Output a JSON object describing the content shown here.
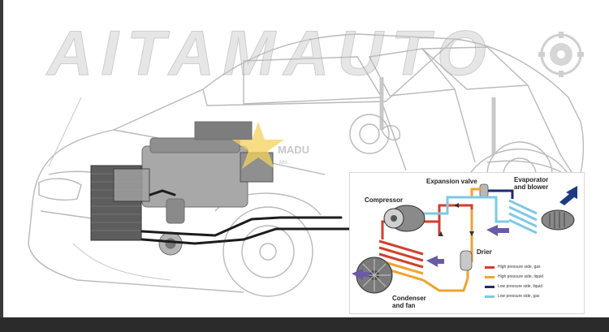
{
  "watermark": {
    "text": "AITAMAUTO"
  },
  "overlay_logo": {
    "text": "MADU",
    "tagline": "Mo..."
  },
  "diagram": {
    "labels": {
      "expansion_valve": "Expansion valve",
      "evaporator": "Evaporator\nand blower",
      "compressor": "Compressor",
      "drier": "Drier",
      "condenser": "Condenser\nand fan"
    },
    "legend": [
      {
        "label": "High pressure side, gas",
        "color": "#d0402a"
      },
      {
        "label": "High pressure side, liquid",
        "color": "#f2a230"
      },
      {
        "label": "Low pressure side, liquid",
        "color": "#1e2a6e"
      },
      {
        "label": "Low pressure side, gas",
        "color": "#7ec8e6"
      }
    ]
  }
}
